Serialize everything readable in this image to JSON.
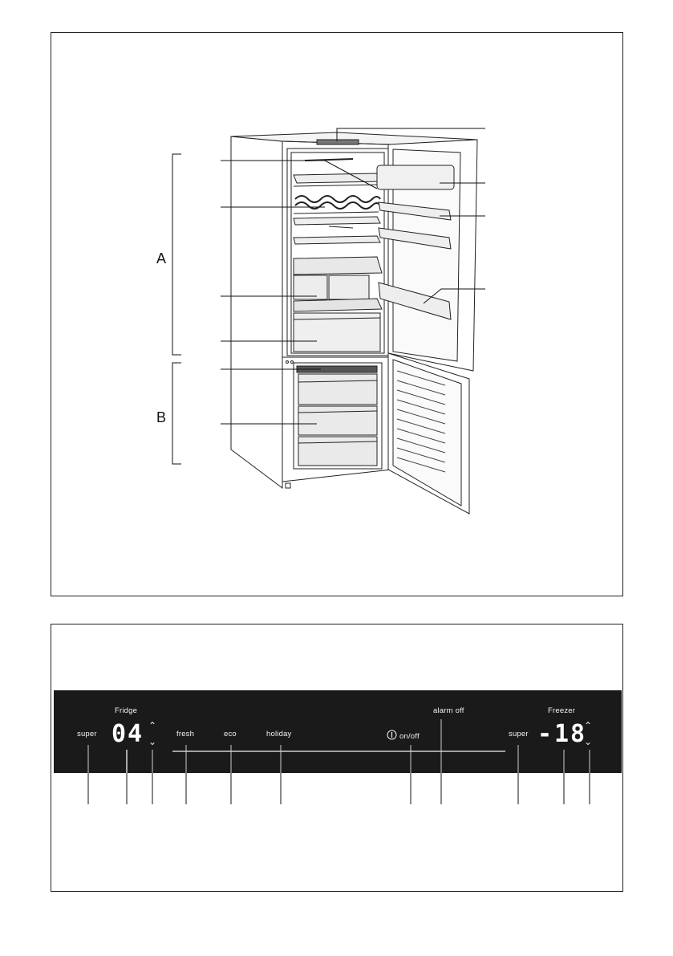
{
  "figure": {
    "section_labels": {
      "a": "A",
      "b": "B"
    }
  },
  "control_panel": {
    "fridge_title": "Fridge",
    "fridge_super": "super",
    "fridge_temp": "04",
    "fresh": "fresh",
    "eco": "eco",
    "holiday": "holiday",
    "on_off": "on/off",
    "alarm_off": "alarm off",
    "freezer_title": "Freezer",
    "freezer_super": "super",
    "freezer_minus": "-",
    "freezer_temp": "18",
    "icons": [
      "chevron-up-icon",
      "chevron-down-icon",
      "power-icon"
    ],
    "colors": {
      "panel_bg": "#1a1a1a",
      "panel_text": "#f2f2f2",
      "divider": "#cfcfcf"
    }
  }
}
